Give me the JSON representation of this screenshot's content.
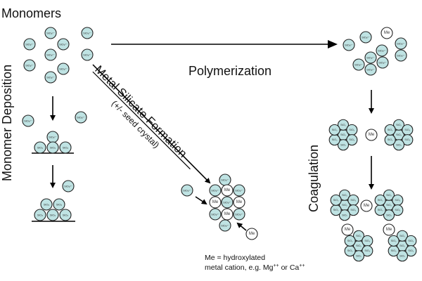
{
  "labels": {
    "monomers": "Monomers",
    "monomer_deposition": "Monomer Deposition",
    "polymerization": "Polymerization",
    "metal_silicate_formation": "Metal Silicate Formation",
    "seed_crystal": "(+/- seed crystal)",
    "coagulation": "Coagulation",
    "legend_line1": "Me = hydroxylated",
    "legend_line2_prefix": "metal cation, e.g. Mg",
    "legend_line2_sup1": "++",
    "legend_line2_mid": " or Ca",
    "legend_line2_sup2": "++"
  },
  "particles": {
    "monomer": "SiO₃ⁿ⁻",
    "silica": "SiO₂",
    "metal": "Me"
  },
  "colors": {
    "silica_fill": "#bfe3e3",
    "metal_fill": "#ffffff",
    "stroke": "#222222"
  }
}
